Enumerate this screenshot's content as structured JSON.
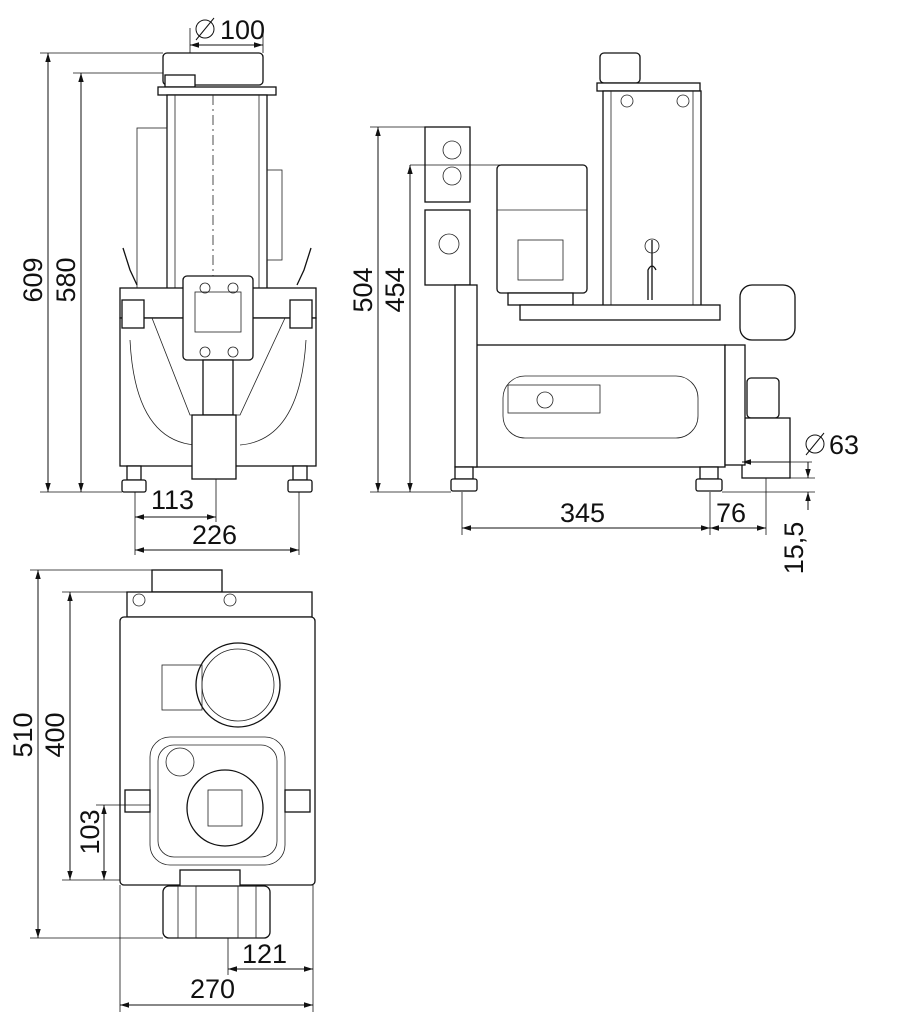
{
  "views": {
    "front": {
      "dim_top_diameter_symbol": "∅",
      "dim_top_diameter": "100",
      "dim_total_height": "609",
      "dim_body_height": "580",
      "dim_half_width": "113",
      "dim_width": "226"
    },
    "side": {
      "dim_height_outer": "504",
      "dim_height_inner": "454",
      "dim_outlet_diameter_symbol": "∅",
      "dim_outlet_diameter": "63",
      "dim_length": "345",
      "dim_outlet_offset": "76",
      "dim_outlet_height": "15,5"
    },
    "top": {
      "dim_total_depth": "510",
      "dim_body_depth": "400",
      "dim_inlet_offset": "103",
      "dim_outlet_offset": "121",
      "dim_width": "270"
    }
  },
  "colors": {
    "line": "#111111",
    "background": "#ffffff"
  }
}
